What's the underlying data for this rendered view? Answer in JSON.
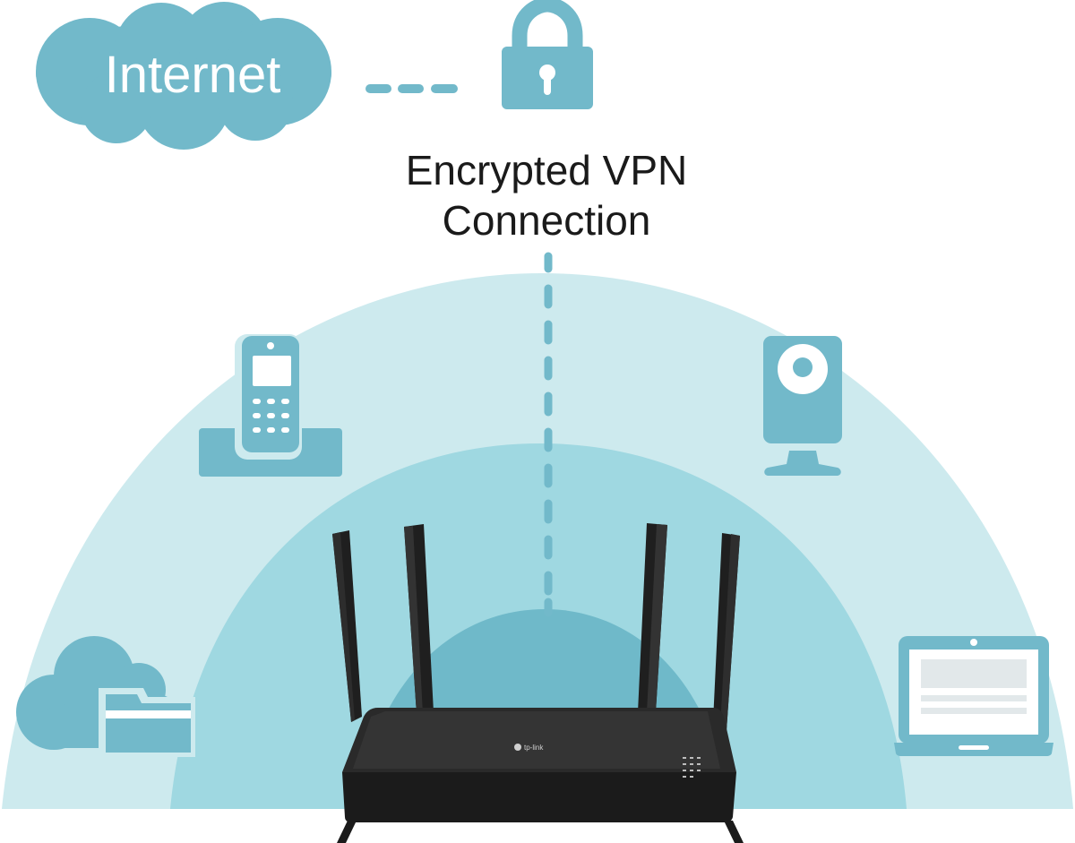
{
  "title": "Encrypted VPN connection diagram",
  "colors": {
    "icon": "#72b9ca",
    "dome_outer": "#cdeaee",
    "dome_middle": "#9fd8e1",
    "dome_inner": "#6fb9c9",
    "text": "#1a1a1a",
    "router": "#1c1c1c"
  },
  "internet": {
    "label": "Internet",
    "icon": "cloud-icon"
  },
  "lock": {
    "icon": "lock-icon"
  },
  "vpn": {
    "line1": "Encrypted VPN",
    "line2": "Connection"
  },
  "router": {
    "brand": "tp-link",
    "icon": "router-icon",
    "antennas": 4
  },
  "devices": [
    {
      "name": "cordless-phone",
      "icon": "phone-icon"
    },
    {
      "name": "ip-camera",
      "icon": "camera-icon"
    },
    {
      "name": "cloud-storage",
      "icon": "cloud-folder-icon"
    },
    {
      "name": "laptop",
      "icon": "laptop-icon"
    }
  ]
}
